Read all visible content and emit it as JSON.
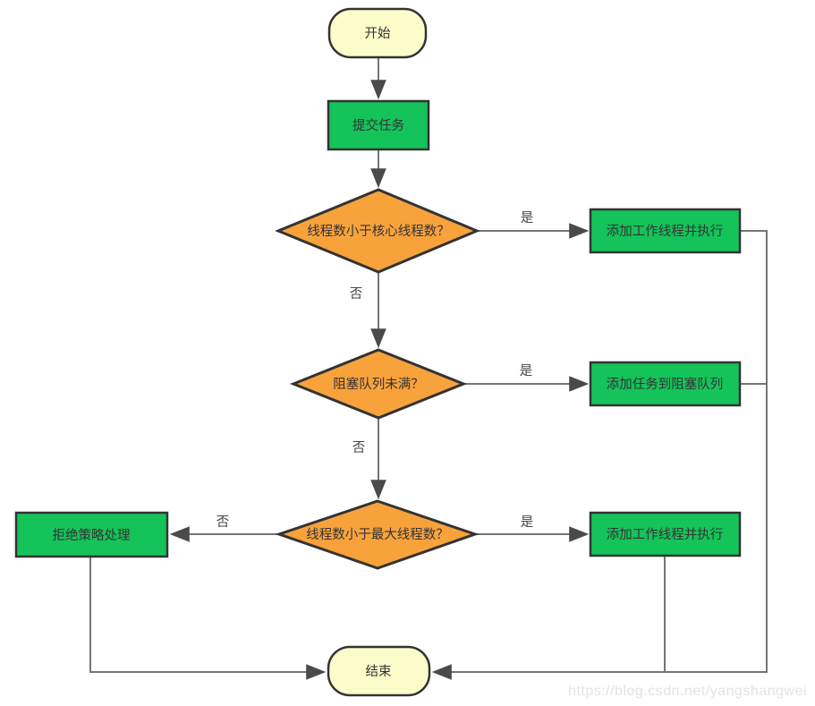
{
  "colors": {
    "terminal_fill": "#FCFCCA",
    "process_fill": "#14C35A",
    "decision_fill": "#F8A23C",
    "border": "#333333",
    "line": "#757575",
    "arrowhead": "#4a4a4a",
    "watermark": "#e3e3e3"
  },
  "nodes": {
    "start": "开始",
    "submit": "提交任务",
    "decision_core": "线程数小于核心线程数？",
    "add_worker_1": "添加工作线程并执行",
    "decision_queue": "阻塞队列未满？",
    "add_task_queue": "添加任务到阻塞队列",
    "decision_max": "线程数小于最大线程数？",
    "add_worker_2": "添加工作线程并执行",
    "reject": "拒绝策略处理",
    "end": "结束"
  },
  "edge_labels": {
    "core_yes": "是",
    "core_no": "否",
    "queue_yes": "是",
    "queue_no": "否",
    "max_yes": "是",
    "max_no": "否"
  },
  "watermark": "https://blog.csdn.net/yangshangwei"
}
